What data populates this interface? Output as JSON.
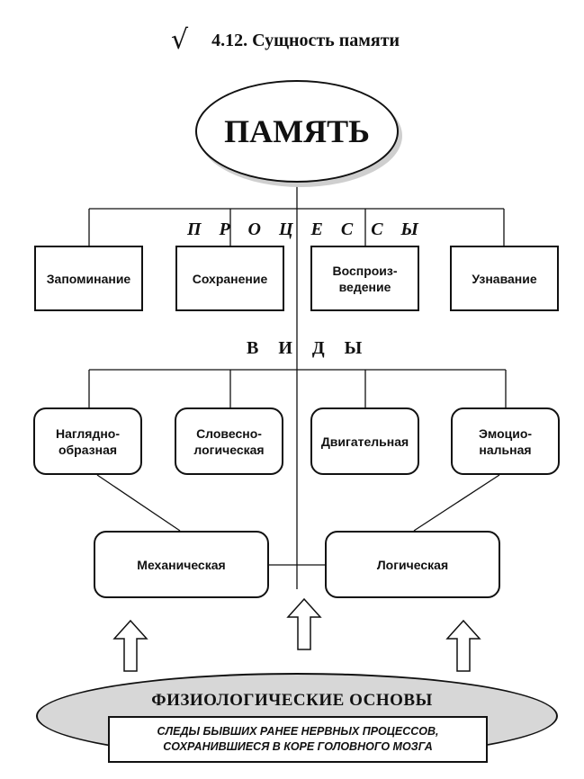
{
  "header": {
    "checkmark": "√",
    "title": "4.12. Сущность памяти"
  },
  "root": {
    "label": "ПАМЯТЬ"
  },
  "processes": {
    "label": "ПРОЦЕССЫ",
    "items": [
      {
        "label": "Запоминание"
      },
      {
        "label": "Сохранение"
      },
      {
        "label": "Воспроиз-\nведение"
      },
      {
        "label": "Узнавание"
      }
    ]
  },
  "types": {
    "label": "ВИДЫ",
    "items": [
      {
        "label": "Наглядно-\nобразная"
      },
      {
        "label": "Словесно-\nлогическая"
      },
      {
        "label": "Двигательная"
      },
      {
        "label": "Эмоцио-\nнальная"
      }
    ]
  },
  "memorization": {
    "items": [
      {
        "label": "Механическая"
      },
      {
        "label": "Логическая"
      }
    ]
  },
  "physiology": {
    "title": "ФИЗИОЛОГИЧЕСКИЕ ОСНОВЫ",
    "line1": "СЛЕДЫ БЫВШИХ РАНЕЕ НЕРВНЫХ ПРОЦЕССОВ,",
    "line2": "СОХРАНИВШИЕСЯ В КОРЕ ГОЛОВНОГО МОЗГА"
  },
  "icons": {
    "arrow": "up-arrow-outline",
    "check": "checkmark"
  }
}
